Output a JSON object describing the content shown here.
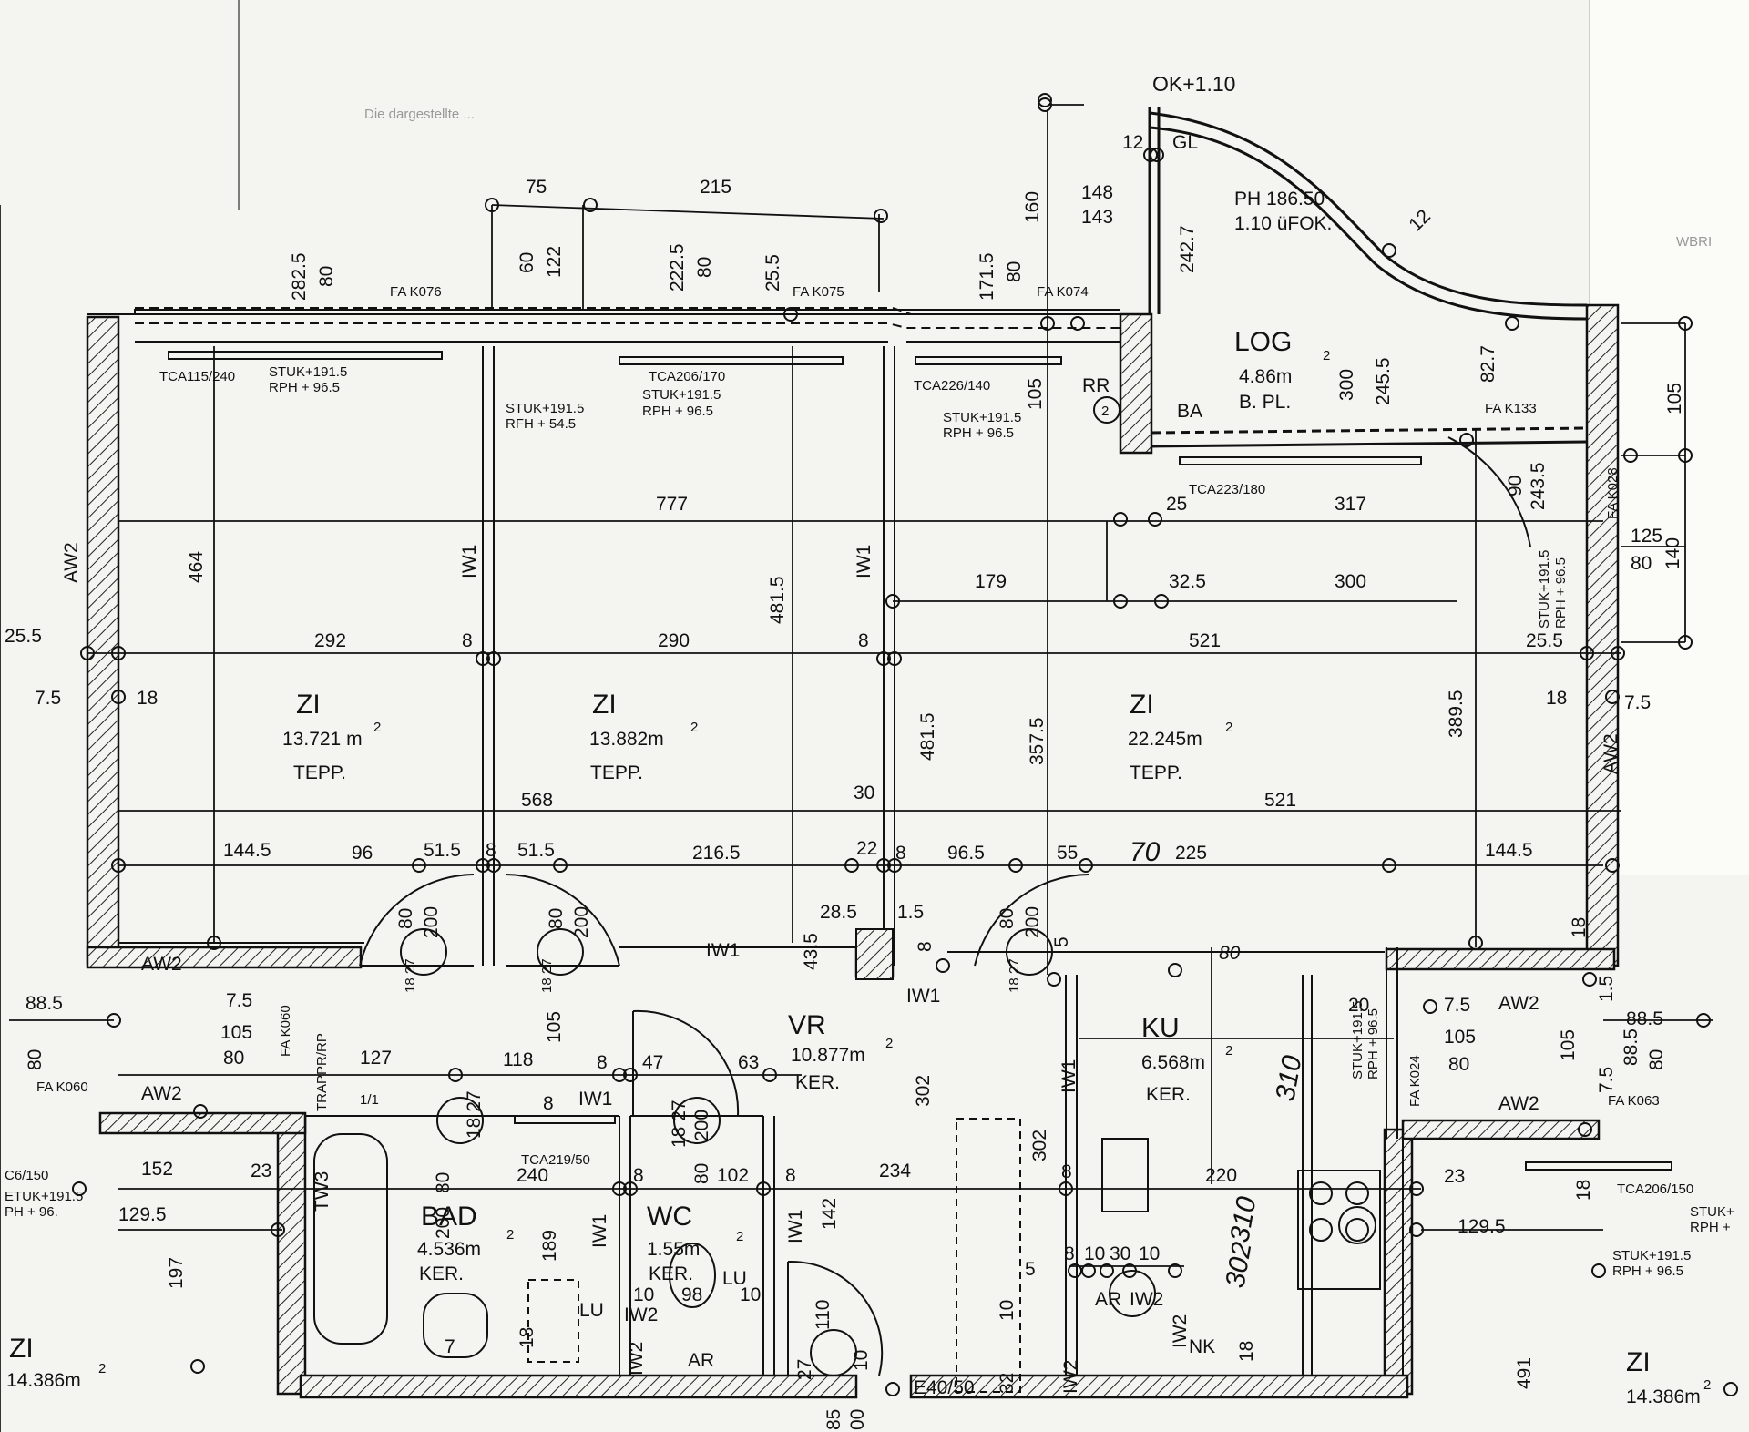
{
  "header": {
    "oktext": "OK+1.10",
    "faded": "Die dargestellte ... ",
    "far_right": "WBRI"
  },
  "loggia": {
    "name": "LOG",
    "area": "4.86m",
    "sup": "2",
    "floor": "B. PL.",
    "gl": "GL",
    "ph": "PH 186.50",
    "ufok": "1.10 üFOK.",
    "rr": "RR",
    "ba": "BA",
    "circle2": "2"
  },
  "rooms": {
    "zi1": {
      "name": "ZI",
      "area": "13.721 m",
      "floor": "TEPP."
    },
    "zi2": {
      "name": "ZI",
      "area": "13.882m",
      "floor": "TEPP."
    },
    "zi3": {
      "name": "ZI",
      "area": "22.245m",
      "floor": "TEPP."
    },
    "vr": {
      "name": "VR",
      "area": "10.877m",
      "floor": "KER."
    },
    "ku": {
      "name": "KU",
      "area": "6.568m",
      "floor": "KER."
    },
    "bad": {
      "name": "BAD",
      "area": "4.536m",
      "floor": "KER."
    },
    "wc": {
      "name": "WC",
      "area": "1.55m",
      "floor": "KER."
    },
    "zi_left": {
      "name": "ZI",
      "area": "14.386m"
    },
    "zi_right": {
      "name": "ZI",
      "area": "14.386m"
    },
    "sup": "2"
  },
  "labels": {
    "fa_k076": "FA K076",
    "fa_k075": "FA K075",
    "fa_k074": "FA K074",
    "fa_k133": "FA K133",
    "fa_k028": "FA K028",
    "fa_k060": "FA K060",
    "fa_k024": "FA K024",
    "fa_k063": "FA K063",
    "tca1": "TCA115/240",
    "tca2": "TCA206/170",
    "tca3": "TCA226/140",
    "tca4": "TCA223/180",
    "tca5": "TCA219/50",
    "tca6": "TCA206/150",
    "tca7": "C6/150",
    "stuk1": "STUK+191.5",
    "rph1": "RPH + 96.5",
    "stuk2": "STUK+191.5",
    "rfh2": "RFH + 54.5",
    "stuk3": "STUK+191.5",
    "rph3": "RPH + 96.5",
    "stuk4": "STUK+191.5",
    "rph4": "RPH + 96.5",
    "stuk5": "STUK+191.5",
    "rph5": "RPH + 96.5",
    "stuk6": "STUK+",
    "rph6": "RPH +",
    "tuk_l": "ETUK+191.5",
    "rph_l": "PH + 96.",
    "aw2": "AW2",
    "iw1": "IW1",
    "iw2": "IW2",
    "tw3": "TW3",
    "lu": "LU",
    "ar": "AR",
    "nk": "NK",
    "pgar": "AR",
    "e40": "E40/50",
    "trapp": "TRAPPR/RP",
    "ku_stuk": "STUK+191.5",
    "ku_rph": "RPH + 96.5"
  },
  "dims": {
    "d75": "75",
    "d215": "215",
    "d60": "60",
    "d122": "122",
    "d2225": "222.5",
    "d80a": "80",
    "d255a": "25.5",
    "d1715": "171.5",
    "d80b": "80",
    "d160": "160",
    "d2825": "282.5",
    "d80c": "80",
    "d148": "148",
    "d143": "143",
    "d2427": "242.7",
    "d12a": "12",
    "d12b": "12",
    "d300a": "300",
    "d2455": "245.5",
    "d827": "82.7",
    "d105a": "105",
    "d90": "90",
    "d2435": "243.5",
    "d125": "125",
    "d140": "140",
    "d80d": "80",
    "d777": "777",
    "d25": "25",
    "d317": "317",
    "d179": "179",
    "d325": "32.5",
    "d300b": "300",
    "d464": "464",
    "d4815a": "481.5",
    "d4815b": "481.5",
    "d3575": "357.5",
    "d3895": "389.5",
    "d255b": "25.5",
    "d292": "292",
    "d8a": "8",
    "d290": "290",
    "d8b": "8",
    "d521a": "521",
    "d255c": "25.5",
    "d75a": "7.5",
    "d18a": "18",
    "d18b": "18",
    "d75b": "7.5",
    "d568": "568",
    "d30": "30",
    "d521b": "521",
    "d1445a": "144.5",
    "d96": "96",
    "d515a": "51.5",
    "d8c": "8",
    "d515b": "51.5",
    "d2165": "216.5",
    "d22": "22",
    "d8d": "8",
    "d965": "96.5",
    "d55": "55",
    "d70": "70",
    "d225": "225",
    "d1445b": "144.5",
    "d285": "28.5",
    "d15": "1.5",
    "d435": "43.5",
    "d8e": "8",
    "d18c": "18",
    "door1a": "80",
    "door1b": "200",
    "door1c": "18 27",
    "door2a": "80",
    "door2b": "200",
    "door2c": "18 27",
    "door3a": "80",
    "door3b": "200",
    "door3c": "18 27",
    "d885a": "88.5",
    "d75c": "7.5",
    "d105b": "105",
    "d80e": "80",
    "d127": "127",
    "d118": "118",
    "d105c": "105",
    "d8f": "8",
    "d47": "47",
    "d63": "63",
    "d1_1": "1/1",
    "d80f": "80",
    "d152": "152",
    "d23a": "23",
    "d1295a": "129.5",
    "d197": "197",
    "d240": "240",
    "d8g": "8",
    "d102": "102",
    "d8h": "8",
    "d234": "234",
    "d220": "220",
    "d302a": "302",
    "d302b": "302",
    "d310": "310",
    "d302c": "302",
    "d310b": "310",
    "d189": "189",
    "d142": "142",
    "d18d": "18",
    "d10a": "10",
    "d98": "98",
    "d10b": "10",
    "d7": "7",
    "d18e": "18",
    "d110": "110",
    "d27": "27",
    "d85": "85",
    "d00": "00",
    "d10c": "10",
    "d32": "32",
    "d10d": "10",
    "d10e": "10",
    "d30b": "30",
    "d10f": "10",
    "d18f": "18",
    "d20": "20",
    "d75d": "7.5",
    "d105d": "105",
    "d80g": "80",
    "d885b": "88.5",
    "d75e": "7.5",
    "d80h": "80",
    "d105e": "105",
    "d23b": "23",
    "d18g": "18",
    "d1295b": "129.5",
    "d491": "491",
    "d15b": "1.5",
    "d80x": "80",
    "d8i": "8",
    "d5": "5"
  }
}
